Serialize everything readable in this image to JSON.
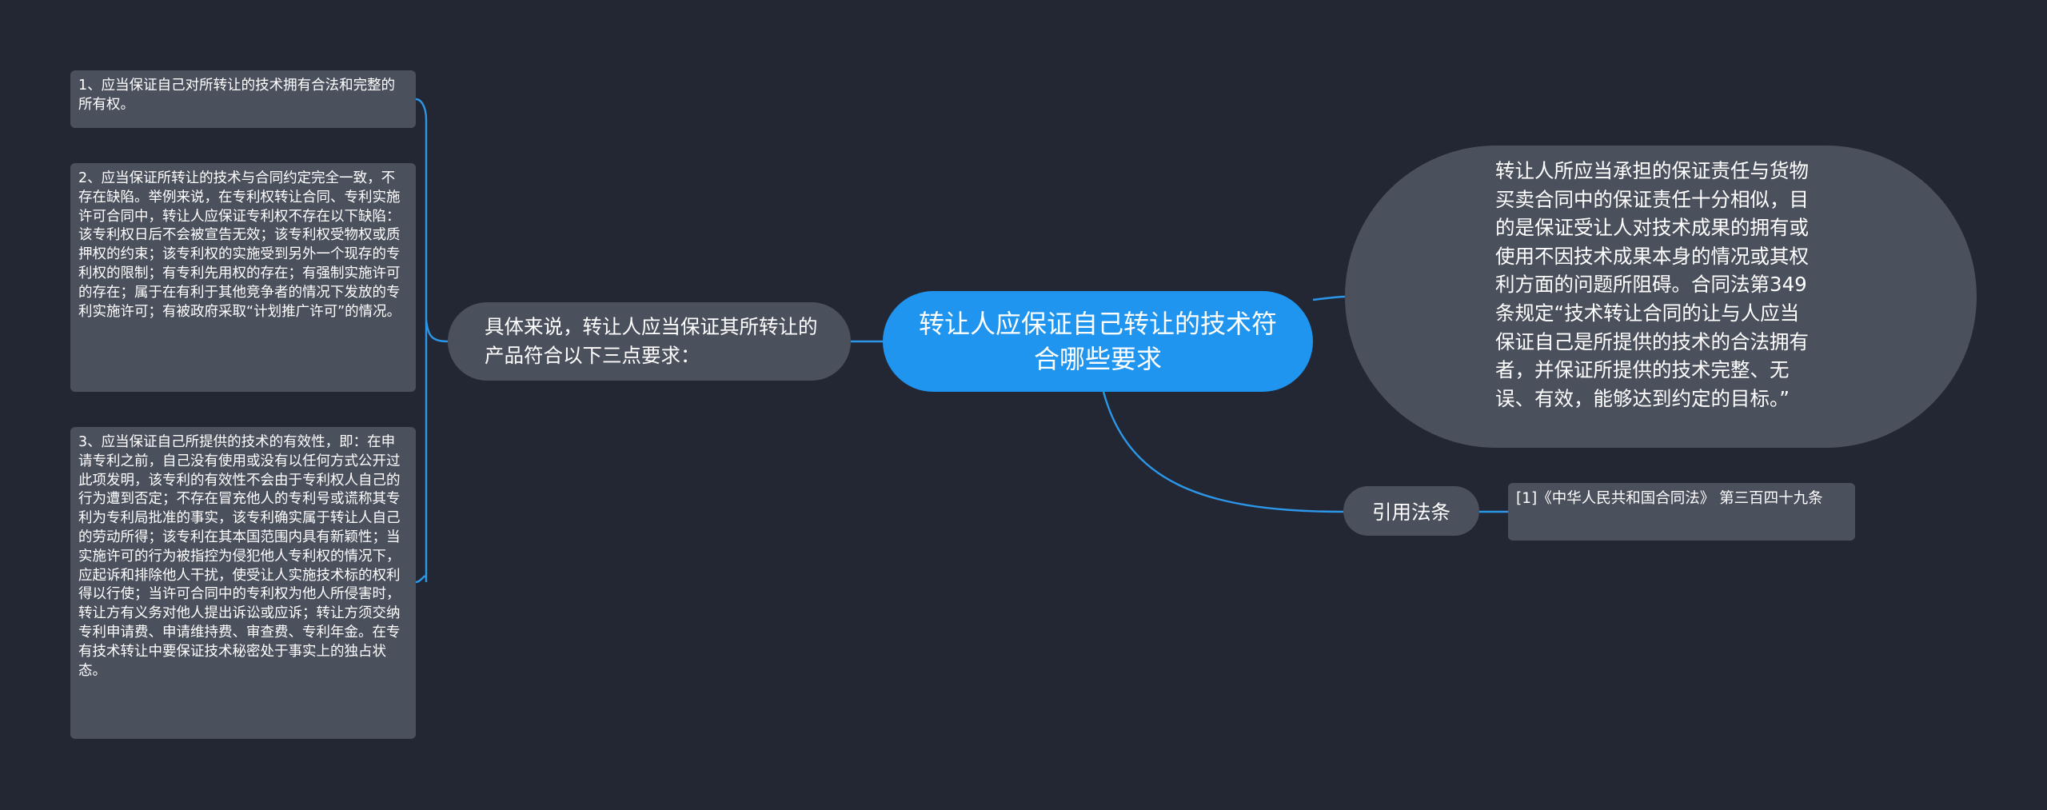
{
  "colors": {
    "background": "#232733",
    "root": "#1f95ef",
    "node": "#4b505d",
    "connector": "#2c97e9"
  },
  "root": {
    "text": "转让人应保证自己转让的技术符合哪些要求"
  },
  "branch_left": {
    "text": "具体来说，转让人应当保证其所转让的产品符合以下三点要求："
  },
  "leaves_left": [
    {
      "text": "1、应当保证自己对所转让的技术拥有合法和完整的所有权。"
    },
    {
      "text": "2、应当保证所转让的技术与合同约定完全一致，不存在缺陷。举例来说，在专利权转让合同、专利实施许可合同中，转让人应保证专利权不存在以下缺陷：该专利权日后不会被宣告无效；该专利权受物权或质押权的约束；该专利权的实施受到另外一个现存的专利权的限制；有专利先用权的存在；有强制实施许可的存在；属于在有利于其他竞争者的情况下发放的专利实施许可；有被政府采取“计划推广许可”的情况。"
    },
    {
      "text": "3、应当保证自己所提供的技术的有效性，即：在申请专利之前，自己没有使用或没有以任何方式公开过此项发明，该专利的有效性不会由于专利权人自己的行为遭到否定；不存在冒充他人的专利号或谎称其专利为专利局批准的事实，该专利确实属于转让人自己的劳动所得；该专利在其本国范围内具有新颖性；当实施许可的行为被指控为侵犯他人专利权的情况下，应起诉和排除他人干扰，使受让人实施技术标的权利得以行使；当许可合同中的专利权为他人所侵害时，转让方有义务对他人提出诉讼或应诉；转让方须交纳专利申请费、申请维持费、审查费、专利年金。在专有技术转让中要保证技术秘密处于事实上的独占状态。"
    }
  ],
  "bubble_right": {
    "text": "转让人所应当承担的保证责任与货物买卖合同中的保证责任十分相似，目的是保证受让人对技术成果的拥有或使用不因技术成果本身的情况或其权利方面的问题所阻碍。合同法第349条规定“技术转让合同的让与人应当保证自己是所提供的技术的合法拥有者，并保证所提供的技术完整、无误、有效，能够达到约定的目标。”"
  },
  "branch_cite": {
    "text": "引用法条"
  },
  "leaf_cite": {
    "text": "[1]《中华人民共和国合同法》 第三百四十九条"
  }
}
